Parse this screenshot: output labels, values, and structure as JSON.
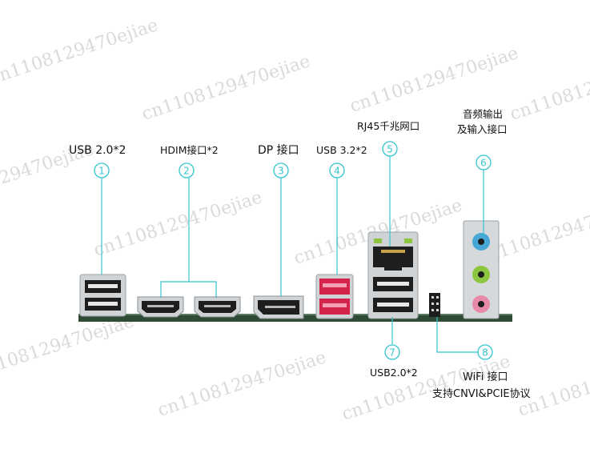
{
  "colors": {
    "accent": "#34c4cf",
    "text": "#111111",
    "board": "#2f4a35",
    "metal": "#cfd3d6",
    "usb3": "#d5244b",
    "audio_blue": "#47a8d8",
    "audio_green": "#8cc63f",
    "audio_pink": "#e88aa7",
    "port_black": "#1e1e1e"
  },
  "watermark": "cn1108129470ejiae",
  "callouts": [
    {
      "id": "1",
      "label": "USB 2.0*2"
    },
    {
      "id": "2",
      "label": "HDIM接口*2"
    },
    {
      "id": "3",
      "label": "DP 接口"
    },
    {
      "id": "4",
      "label": "USB 3.2*2"
    },
    {
      "id": "5",
      "label": "RJ45千兆网口"
    },
    {
      "id": "6",
      "label_lines": [
        "音频输出",
        "及输入接口"
      ]
    },
    {
      "id": "7",
      "label": "USB2.0*2"
    },
    {
      "id": "8",
      "label_lines": [
        "WiFi 接口",
        "支持CNVI&PCIE协议"
      ]
    }
  ]
}
